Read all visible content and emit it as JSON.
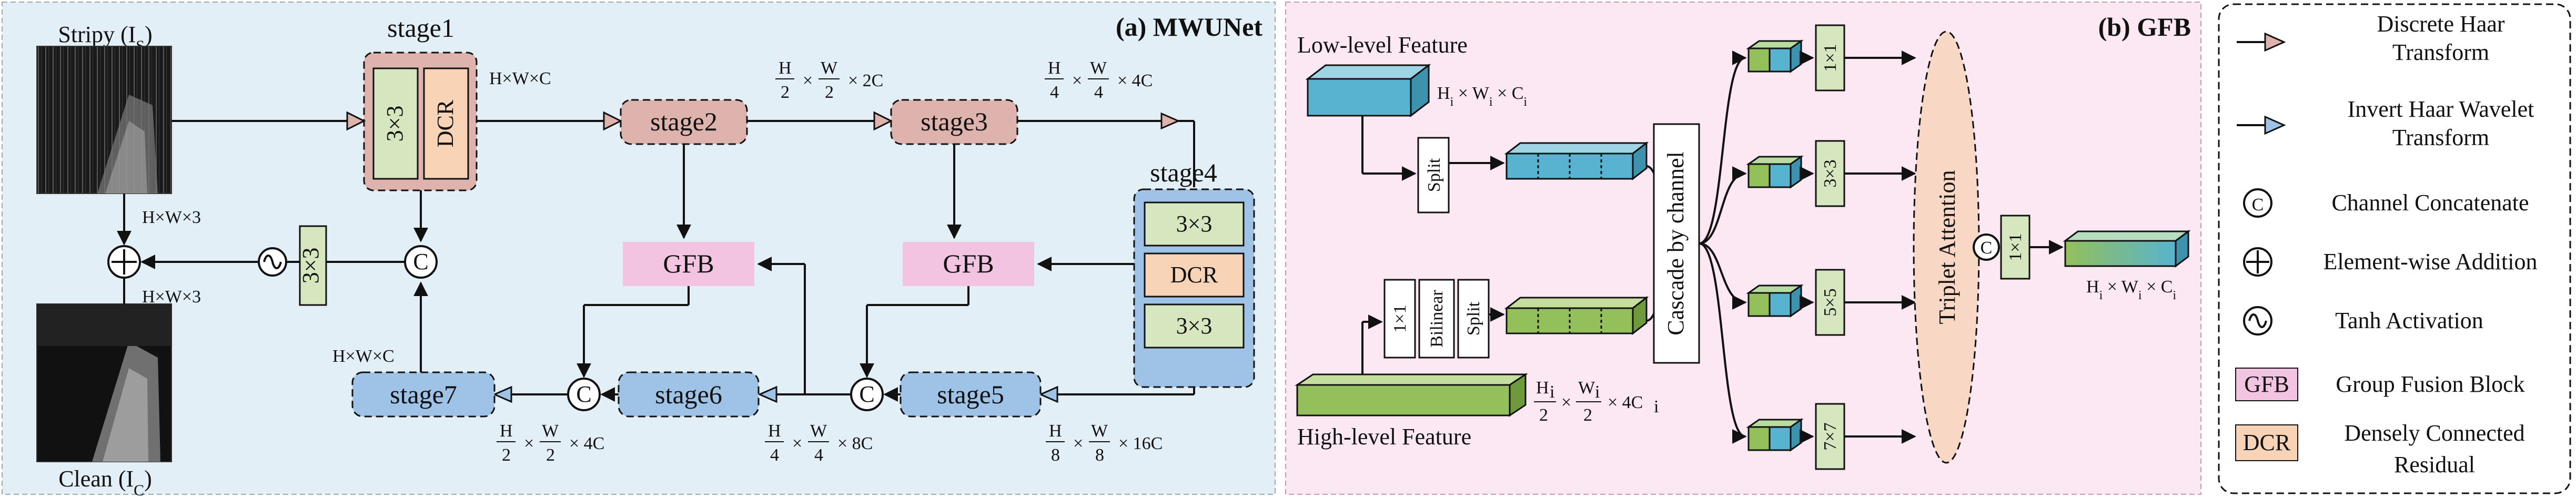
{
  "panel_a": {
    "title": "(a) MWUNet",
    "input_label": "Stripy (I",
    "input_sub": "S",
    "output_label": "Clean (I",
    "output_sub": "C",
    "dims_input": "H×W×3",
    "dims_output": "H×W×3",
    "dims_stage1": "H×W×C",
    "dims_stage7": "H×W×C",
    "conv3x3": "3×3",
    "dcr": "DCR",
    "gfb": "GFB",
    "concat_symbol": "C",
    "stages": {
      "s1": "stage1",
      "s2": "stage2",
      "s3": "stage3",
      "s4": "stage4",
      "s5": "stage5",
      "s6": "stage6",
      "s7": "stage7"
    },
    "fracs": {
      "after_s2": {
        "h": "H",
        "h_den": "2",
        "w": "W",
        "w_den": "2",
        "c": "× 2C"
      },
      "after_s3": {
        "h": "H",
        "h_den": "4",
        "w": "W",
        "w_den": "4",
        "c": "× 4C"
      },
      "s5": {
        "h": "H",
        "h_den": "8",
        "w": "W",
        "w_den": "8",
        "c": "× 16C"
      },
      "s6": {
        "h": "H",
        "h_den": "4",
        "w": "W",
        "w_den": "4",
        "c": "× 8C"
      },
      "s7": {
        "h": "H",
        "h_den": "2",
        "w": "W",
        "w_den": "2",
        "c": "× 4C"
      }
    },
    "times": "×"
  },
  "panel_b": {
    "title": "(b) GFB",
    "low_level": "Low-level Feature",
    "high_level": "High-level Feature",
    "low_dims": "H",
    "low_dims_rest": " × W",
    "low_dims_c": " × C",
    "sub_i": "i",
    "split": "Split",
    "bilinear": "Bilinear",
    "conv1x1": "1×1",
    "cascade": "Cascade by channel",
    "triplet": "Triplet Attention",
    "convs": [
      "1×1",
      "3×3",
      "5×5",
      "7×7"
    ],
    "out_conv": "1×1",
    "concat_symbol": "C",
    "high_frac": {
      "h": "H",
      "w": "W",
      "den": "2",
      "c": "× 4C"
    },
    "out_dims": "H",
    "out_dims_rest": " × W",
    "out_dims_c": " × C"
  },
  "legend": {
    "items": [
      {
        "label_1": "Discrete Haar",
        "label_2": "Transform"
      },
      {
        "label_1": "Invert Haar Wavelet",
        "label_2": "Transform"
      },
      {
        "label_1": "Channel Concatenate",
        "label_2": ""
      },
      {
        "label_1": "Element-wise Addition",
        "label_2": ""
      },
      {
        "label_1": "Tanh Activation",
        "label_2": ""
      },
      {
        "box": "GFB",
        "label_1": "Group Fusion Block",
        "label_2": ""
      },
      {
        "box": "DCR",
        "label_1": "Densely Connected",
        "label_2": "Residual"
      }
    ],
    "concat_symbol": "C"
  },
  "colors": {
    "panel_a_bg": "#e3eff6",
    "panel_b_bg": "#fbe8f3",
    "stage_red": "#dfb3ad",
    "stage_blue": "#9fc3e7",
    "conv_green": "#d6e6be",
    "dcr_orange": "#f8d3b5",
    "gfb_pink": "#f2c4e2",
    "cube_blue": "#57b3cf",
    "cube_green": "#93c05a",
    "triplet": "#f8d8c4"
  }
}
